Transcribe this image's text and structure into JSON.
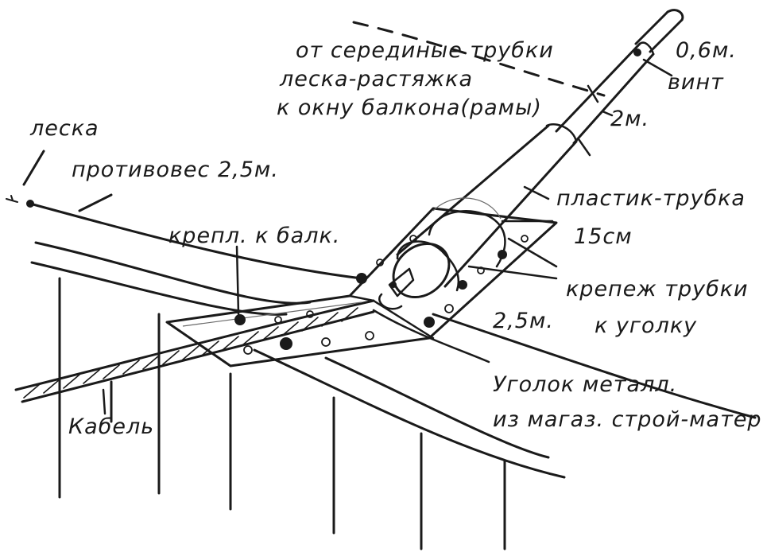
{
  "labels": {
    "ot_serediny": "от серединые трубки",
    "leska_rastyazhka": "леска-растяжка",
    "k_oknu": "к окну балкона(рамы)",
    "len_06": "0,6м.",
    "vint": "винт",
    "len_2": "2м.",
    "leska": "леска",
    "protivoves": "противовес 2,5м.",
    "plastik": "пластик-трубка",
    "len_15": "15см",
    "krepl_balk": "крепл. к балк.",
    "krepezh": "крепеж трубки",
    "k_ugolku": "к уголку",
    "len_25": "2,5м.",
    "ugolok": "Уголок металл.",
    "iz_magaz": "из магаз. строй-матер.",
    "kabel": "Кабель"
  },
  "colors": {
    "ink": "#1a1a1a",
    "paper": "#ffffff"
  }
}
